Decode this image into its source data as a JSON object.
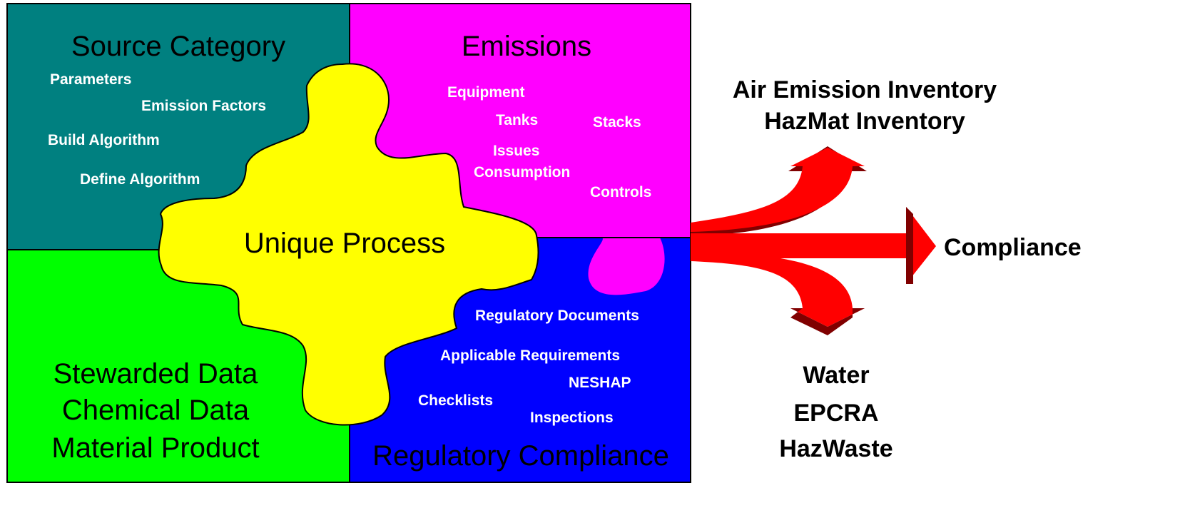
{
  "colors": {
    "source_category": "#008080",
    "emissions": "#FF00FF",
    "stewarded": "#00FF00",
    "regulatory": "#0000FF",
    "unique_process": "#FFFF00",
    "arrow_main": "#FF0000",
    "arrow_shade": "#800000"
  },
  "source_category": {
    "title": "Source Category",
    "items": [
      "Parameters",
      "Emission Factors",
      "Build Algorithm",
      "Define Algorithm"
    ]
  },
  "emissions": {
    "title": "Emissions",
    "items": [
      "Equipment",
      "Tanks",
      "Stacks",
      "Issues",
      "Consumption",
      "Controls"
    ]
  },
  "unique_process": {
    "title": "Unique Process"
  },
  "stewarded": {
    "lines": [
      "Stewarded Data",
      "Chemical Data",
      "Material Product"
    ]
  },
  "regulatory": {
    "title": "Regulatory Compliance",
    "items": [
      "Regulatory Documents",
      "Applicable Requirements",
      "NESHAP",
      "Checklists",
      "Inspections"
    ]
  },
  "outputs": {
    "top": [
      "Air Emission Inventory",
      "HazMat Inventory"
    ],
    "middle": "Compliance",
    "bottom": [
      "Water",
      "EPCRA",
      "HazWaste"
    ]
  }
}
